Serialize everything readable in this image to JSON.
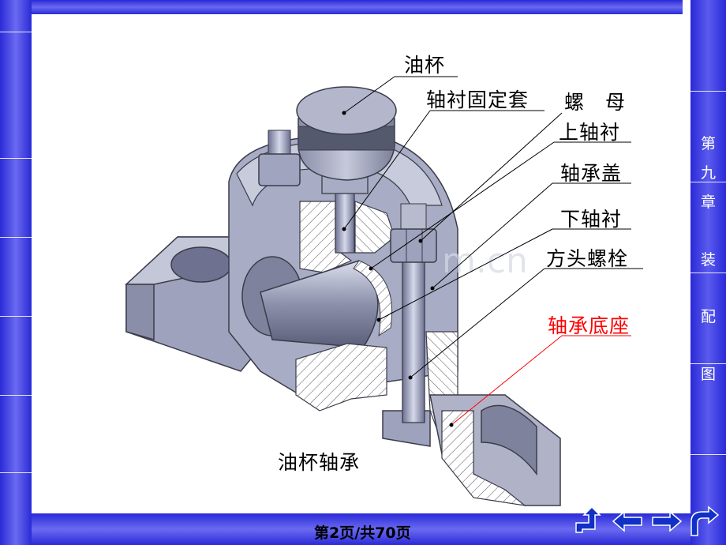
{
  "labels": {
    "oil_cup": "油杯",
    "bushing_sleeve": "轴衬固定套",
    "nut": "螺　母",
    "upper_bushing": "上轴衬",
    "bearing_cap": "轴承盖",
    "lower_bushing": "下轴衬",
    "square_bolt": "方头螺栓",
    "bearing_base": "轴承底座"
  },
  "caption": "油杯轴承",
  "watermark": "m.cn",
  "chapter_nav": [
    "第",
    "九",
    "章",
    "装",
    "配",
    "图"
  ],
  "page_indicator": "第2页/共70页",
  "nav_buttons": [
    "return-icon",
    "prev-arrow-icon",
    "next-arrow-icon",
    "back-icon"
  ],
  "colors": {
    "frame_blue": "#2a2ad8",
    "highlight_red": "#ff0000",
    "part_gray": "#a8acc4",
    "nav_blue": "#1030c8"
  }
}
